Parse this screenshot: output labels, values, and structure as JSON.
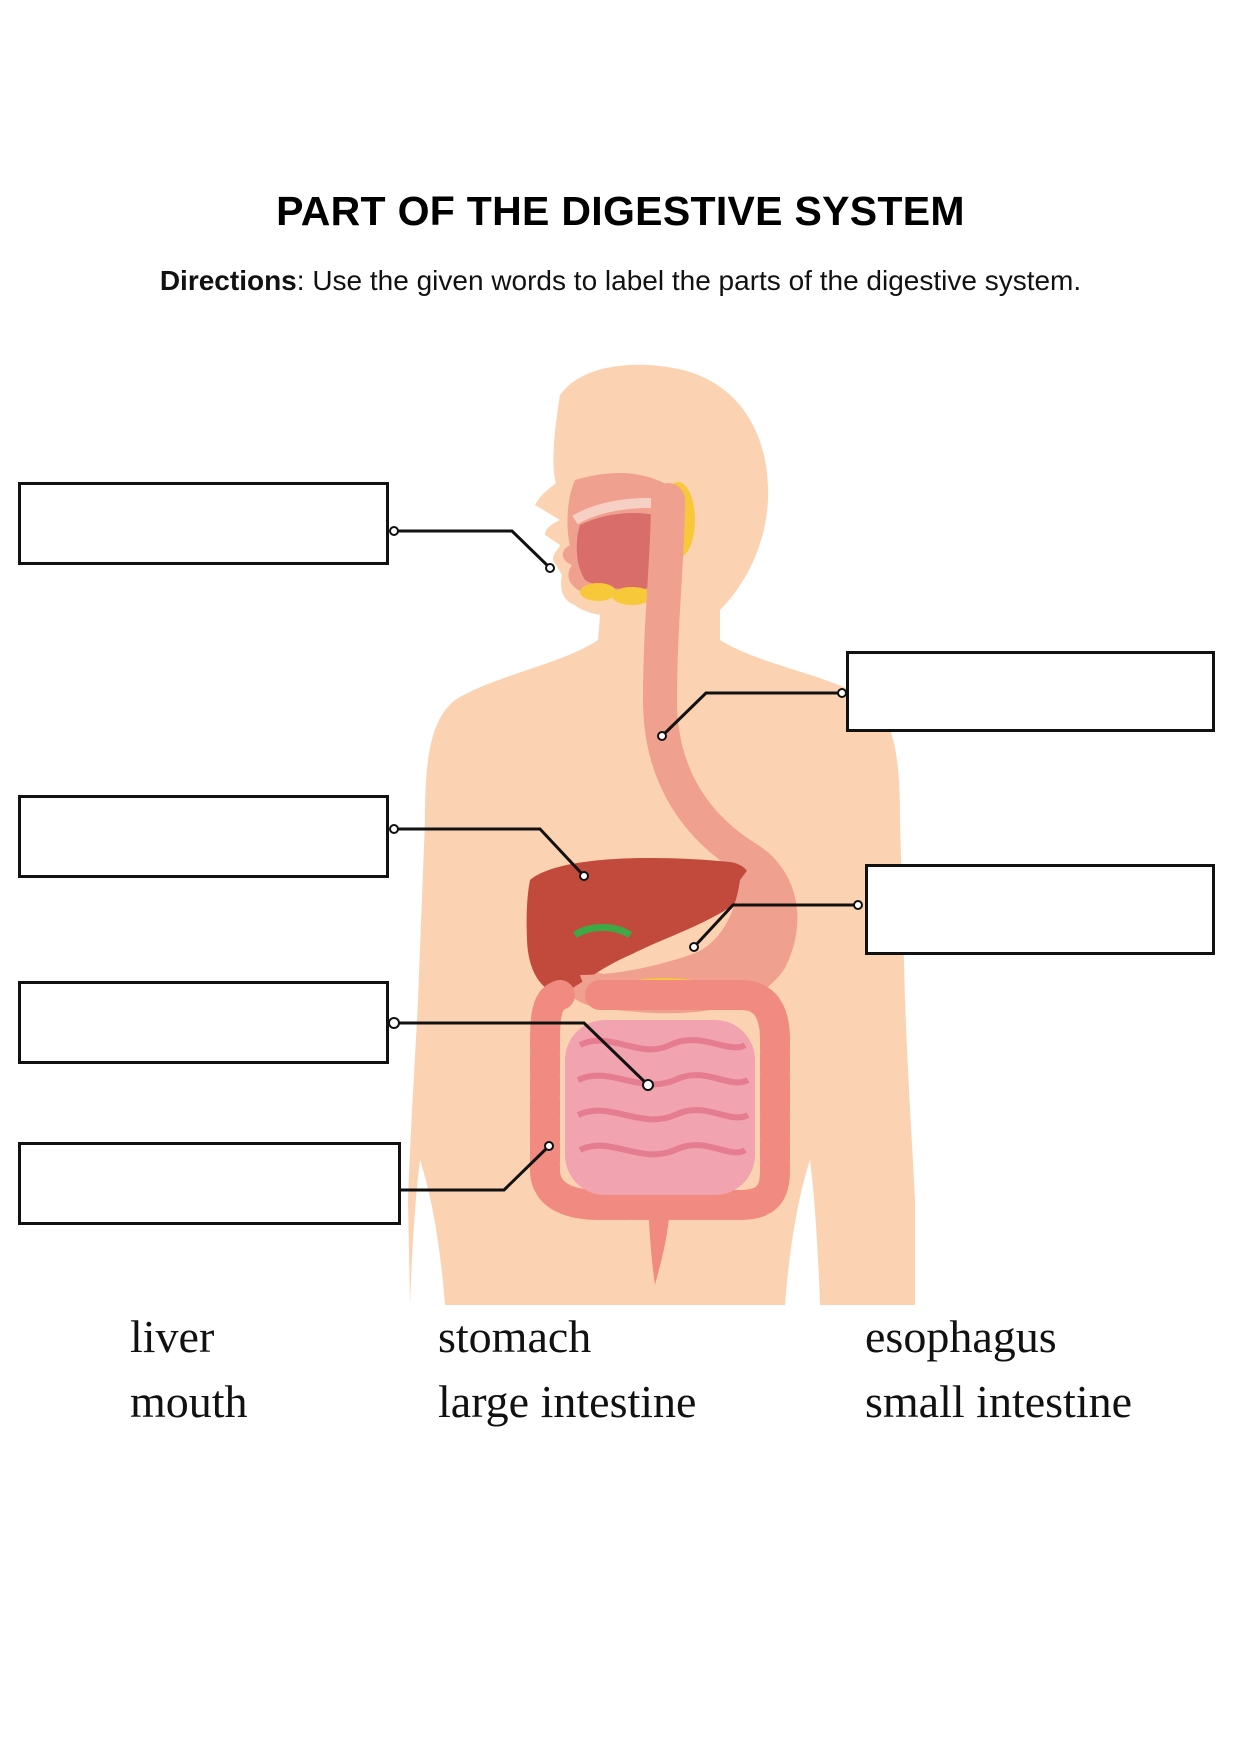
{
  "worksheet": {
    "title": "PART OF THE DIGESTIVE SYSTEM",
    "directions_label": "Directions",
    "directions_text": ": Use the given words to label the parts of the digestive system."
  },
  "word_bank": {
    "col1": [
      "liver",
      "mouth"
    ],
    "col2": [
      "stomach",
      "large intestine"
    ],
    "col3": [
      "esophagus",
      "small intestine"
    ]
  },
  "colors": {
    "skin": "#fcd3b2",
    "esophagus": "#f0a08e",
    "liver": "#c24a3c",
    "intestine": "#f2a3b0",
    "large_intestine": "#f18a80",
    "gland": "#f7c93a",
    "line": "#111111"
  }
}
